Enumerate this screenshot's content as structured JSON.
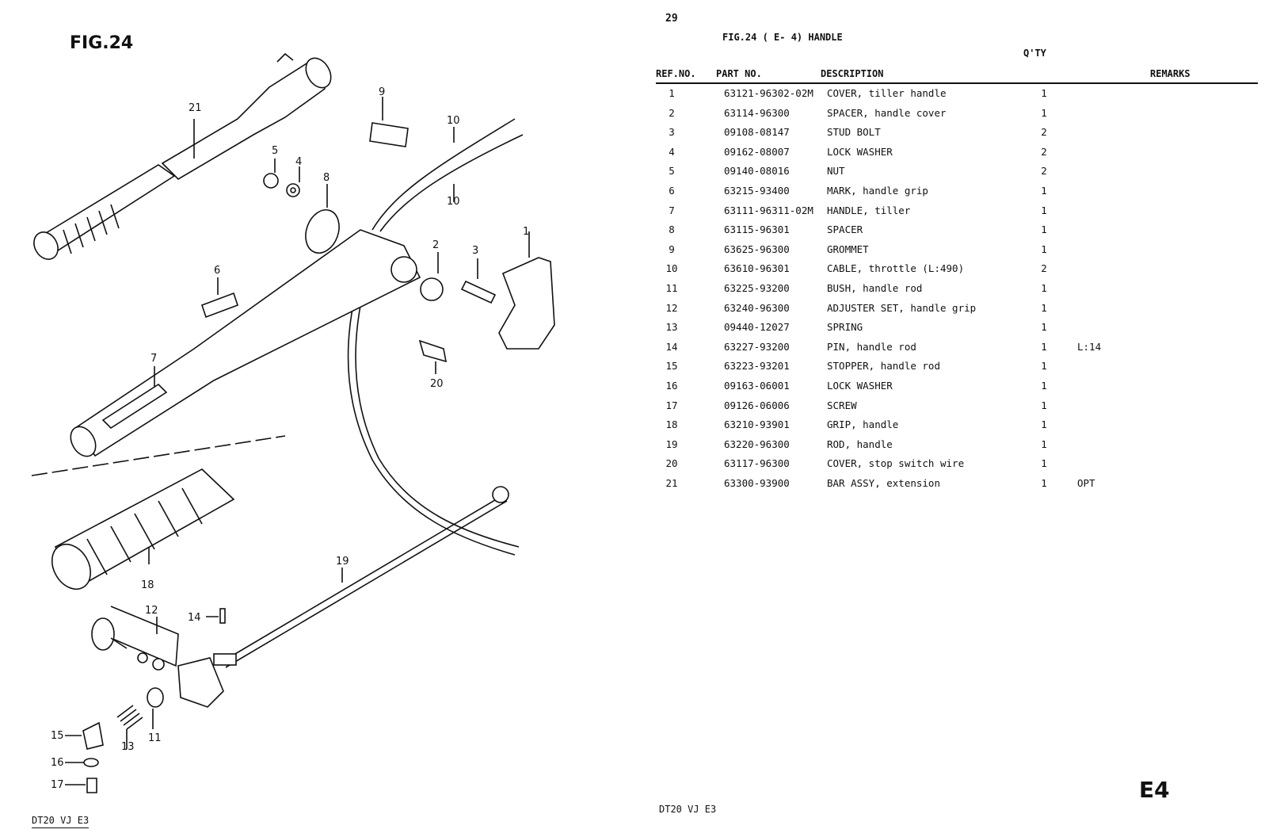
{
  "figure": {
    "title": "FIG.24",
    "footer": "DT20 VJ E3",
    "callouts": [
      "1",
      "2",
      "3",
      "4",
      "5",
      "6",
      "7",
      "8",
      "9",
      "10",
      "10",
      "11",
      "12",
      "13",
      "14",
      "15",
      "16",
      "17",
      "18",
      "19",
      "20",
      "21"
    ]
  },
  "catalog": {
    "page_number": "29",
    "title": "FIG.24 ( E- 4) HANDLE",
    "qty_label": "Q'TY",
    "columns": {
      "ref": "REF.NO.",
      "part": "PART NO.",
      "desc": "DESCRIPTION",
      "remarks": "REMARKS"
    },
    "rows": [
      {
        "ref": "1",
        "part": "63121-96302-02M",
        "desc": "COVER, tiller handle",
        "qty": "1",
        "rem": ""
      },
      {
        "ref": "2",
        "part": "63114-96300",
        "desc": "SPACER, handle cover",
        "qty": "1",
        "rem": ""
      },
      {
        "ref": "3",
        "part": "09108-08147",
        "desc": "STUD BOLT",
        "qty": "2",
        "rem": ""
      },
      {
        "ref": "4",
        "part": "09162-08007",
        "desc": "LOCK WASHER",
        "qty": "2",
        "rem": ""
      },
      {
        "ref": "5",
        "part": "09140-08016",
        "desc": "NUT",
        "qty": "2",
        "rem": ""
      },
      {
        "ref": "6",
        "part": "63215-93400",
        "desc": "MARK, handle grip",
        "qty": "1",
        "rem": ""
      },
      {
        "ref": "7",
        "part": "63111-96311-02M",
        "desc": "HANDLE, tiller",
        "qty": "1",
        "rem": ""
      },
      {
        "ref": "8",
        "part": "63115-96301",
        "desc": "SPACER",
        "qty": "1",
        "rem": ""
      },
      {
        "ref": "9",
        "part": "63625-96300",
        "desc": "GROMMET",
        "qty": "1",
        "rem": ""
      },
      {
        "ref": "10",
        "part": "63610-96301",
        "desc": "CABLE, throttle (L:490)",
        "qty": "2",
        "rem": ""
      },
      {
        "ref": "11",
        "part": "63225-93200",
        "desc": "BUSH, handle rod",
        "qty": "1",
        "rem": ""
      },
      {
        "ref": "12",
        "part": "63240-96300",
        "desc": "ADJUSTER SET, handle grip",
        "qty": "1",
        "rem": ""
      },
      {
        "ref": "13",
        "part": "09440-12027",
        "desc": "SPRING",
        "qty": "1",
        "rem": ""
      },
      {
        "ref": "14",
        "part": "63227-93200",
        "desc": "PIN, handle rod",
        "qty": "1",
        "rem": "L:14"
      },
      {
        "ref": "15",
        "part": "63223-93201",
        "desc": "STOPPER, handle rod",
        "qty": "1",
        "rem": ""
      },
      {
        "ref": "16",
        "part": "09163-06001",
        "desc": "LOCK WASHER",
        "qty": "1",
        "rem": ""
      },
      {
        "ref": "17",
        "part": "09126-06006",
        "desc": "SCREW",
        "qty": "1",
        "rem": ""
      },
      {
        "ref": "18",
        "part": "63210-93901",
        "desc": "GRIP, handle",
        "qty": "1",
        "rem": ""
      },
      {
        "ref": "19",
        "part": "63220-96300",
        "desc": "ROD, handle",
        "qty": "1",
        "rem": ""
      },
      {
        "ref": "20",
        "part": "63117-96300",
        "desc": "COVER, stop switch wire",
        "qty": "1",
        "rem": ""
      },
      {
        "ref": "21",
        "part": "63300-93900",
        "desc": "BAR ASSY, extension",
        "qty": "1",
        "rem": "OPT"
      }
    ],
    "footer": "DT20 VJ E3",
    "section_code": "E4"
  }
}
